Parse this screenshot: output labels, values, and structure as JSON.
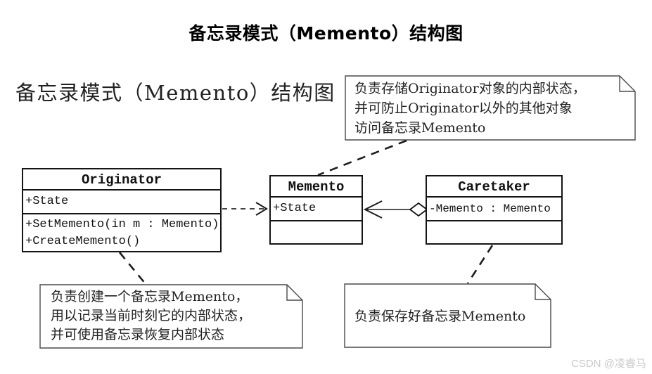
{
  "page_title": "备忘录模式（Memento）结构图",
  "diagram_heading": "备忘录模式（Memento）结构图",
  "classes": {
    "originator": {
      "name": "Originator",
      "attributes": [
        "+State"
      ],
      "methods": [
        "+SetMemento(in m : Memento)",
        "+CreateMemento()"
      ]
    },
    "memento": {
      "name": "Memento",
      "attributes": [
        "+State"
      ],
      "methods": []
    },
    "caretaker": {
      "name": "Caretaker",
      "attributes": [
        "-Memento : Memento"
      ],
      "methods": []
    }
  },
  "notes": {
    "memento_note": {
      "attached_to": "Memento",
      "lines": [
        "负责存储Originator对象的内部状态，",
        "并可防止Originator以外的其他对象",
        "访问备忘录Memento"
      ]
    },
    "originator_note": {
      "attached_to": "Originator",
      "lines": [
        "负责创建一个备忘录Memento，",
        "用以记录当前时刻它的内部状态，",
        "并可使用备忘录恢复内部状态"
      ]
    },
    "caretaker_note": {
      "attached_to": "Caretaker",
      "lines": [
        "负责保存好备忘录Memento"
      ]
    }
  },
  "relationships": [
    {
      "from": "Originator",
      "to": "Memento",
      "type": "dependency",
      "style": "dashed-open-arrow"
    },
    {
      "from": "Caretaker",
      "to": "Memento",
      "type": "aggregation",
      "style": "solid-line-open-arrow-hollow-diamond"
    }
  ],
  "watermark": "CSDN @凌睿马",
  "colors": {
    "background": "#ffffff",
    "class_border": "#151515",
    "note_border": "#4a4a4a",
    "text": "#111111",
    "watermark": "#c9c9c9"
  }
}
